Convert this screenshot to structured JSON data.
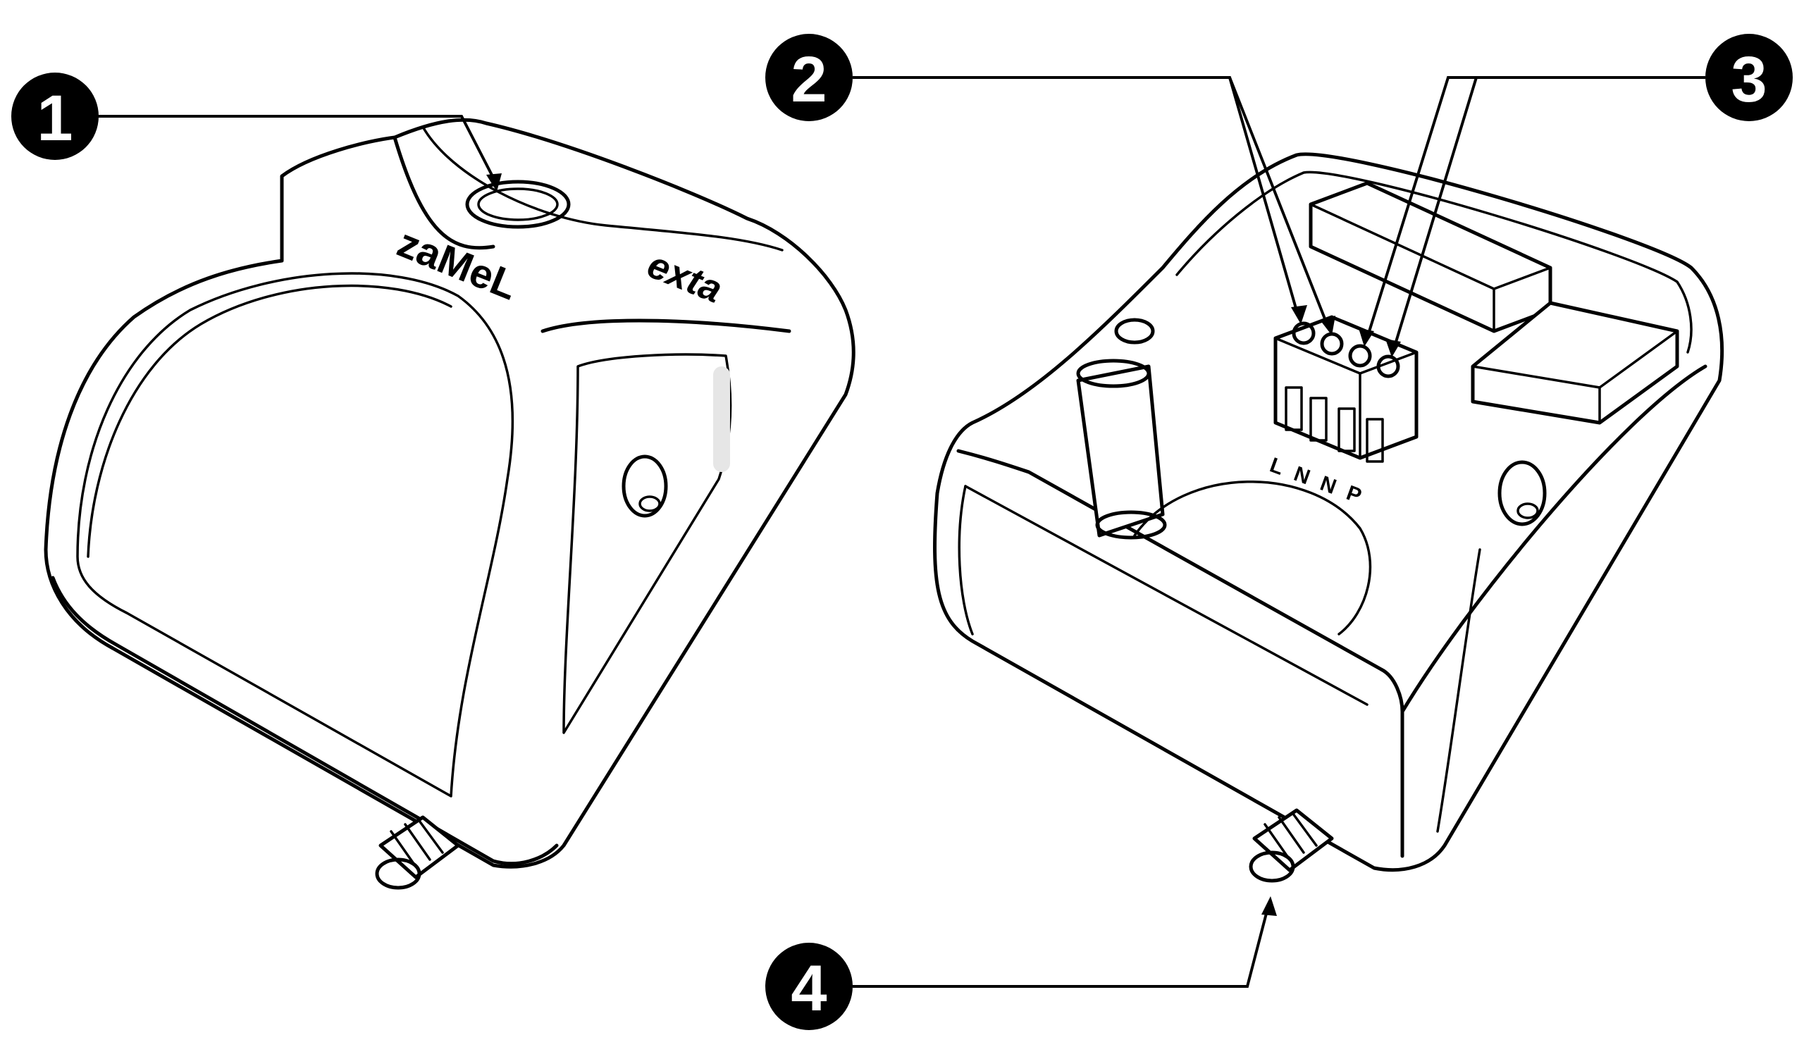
{
  "callouts": [
    {
      "id": "1",
      "label": "1"
    },
    {
      "id": "2",
      "label": "2"
    },
    {
      "id": "3",
      "label": "3"
    },
    {
      "id": "4",
      "label": "4"
    }
  ],
  "device_text": {
    "brand_logo": "zaMeL",
    "product_logo": "exta",
    "terminal_labels": "LNNP"
  },
  "colors": {
    "line": "#000000",
    "background": "#ffffff",
    "callout_fill": "#000000",
    "callout_text": "#ffffff"
  }
}
